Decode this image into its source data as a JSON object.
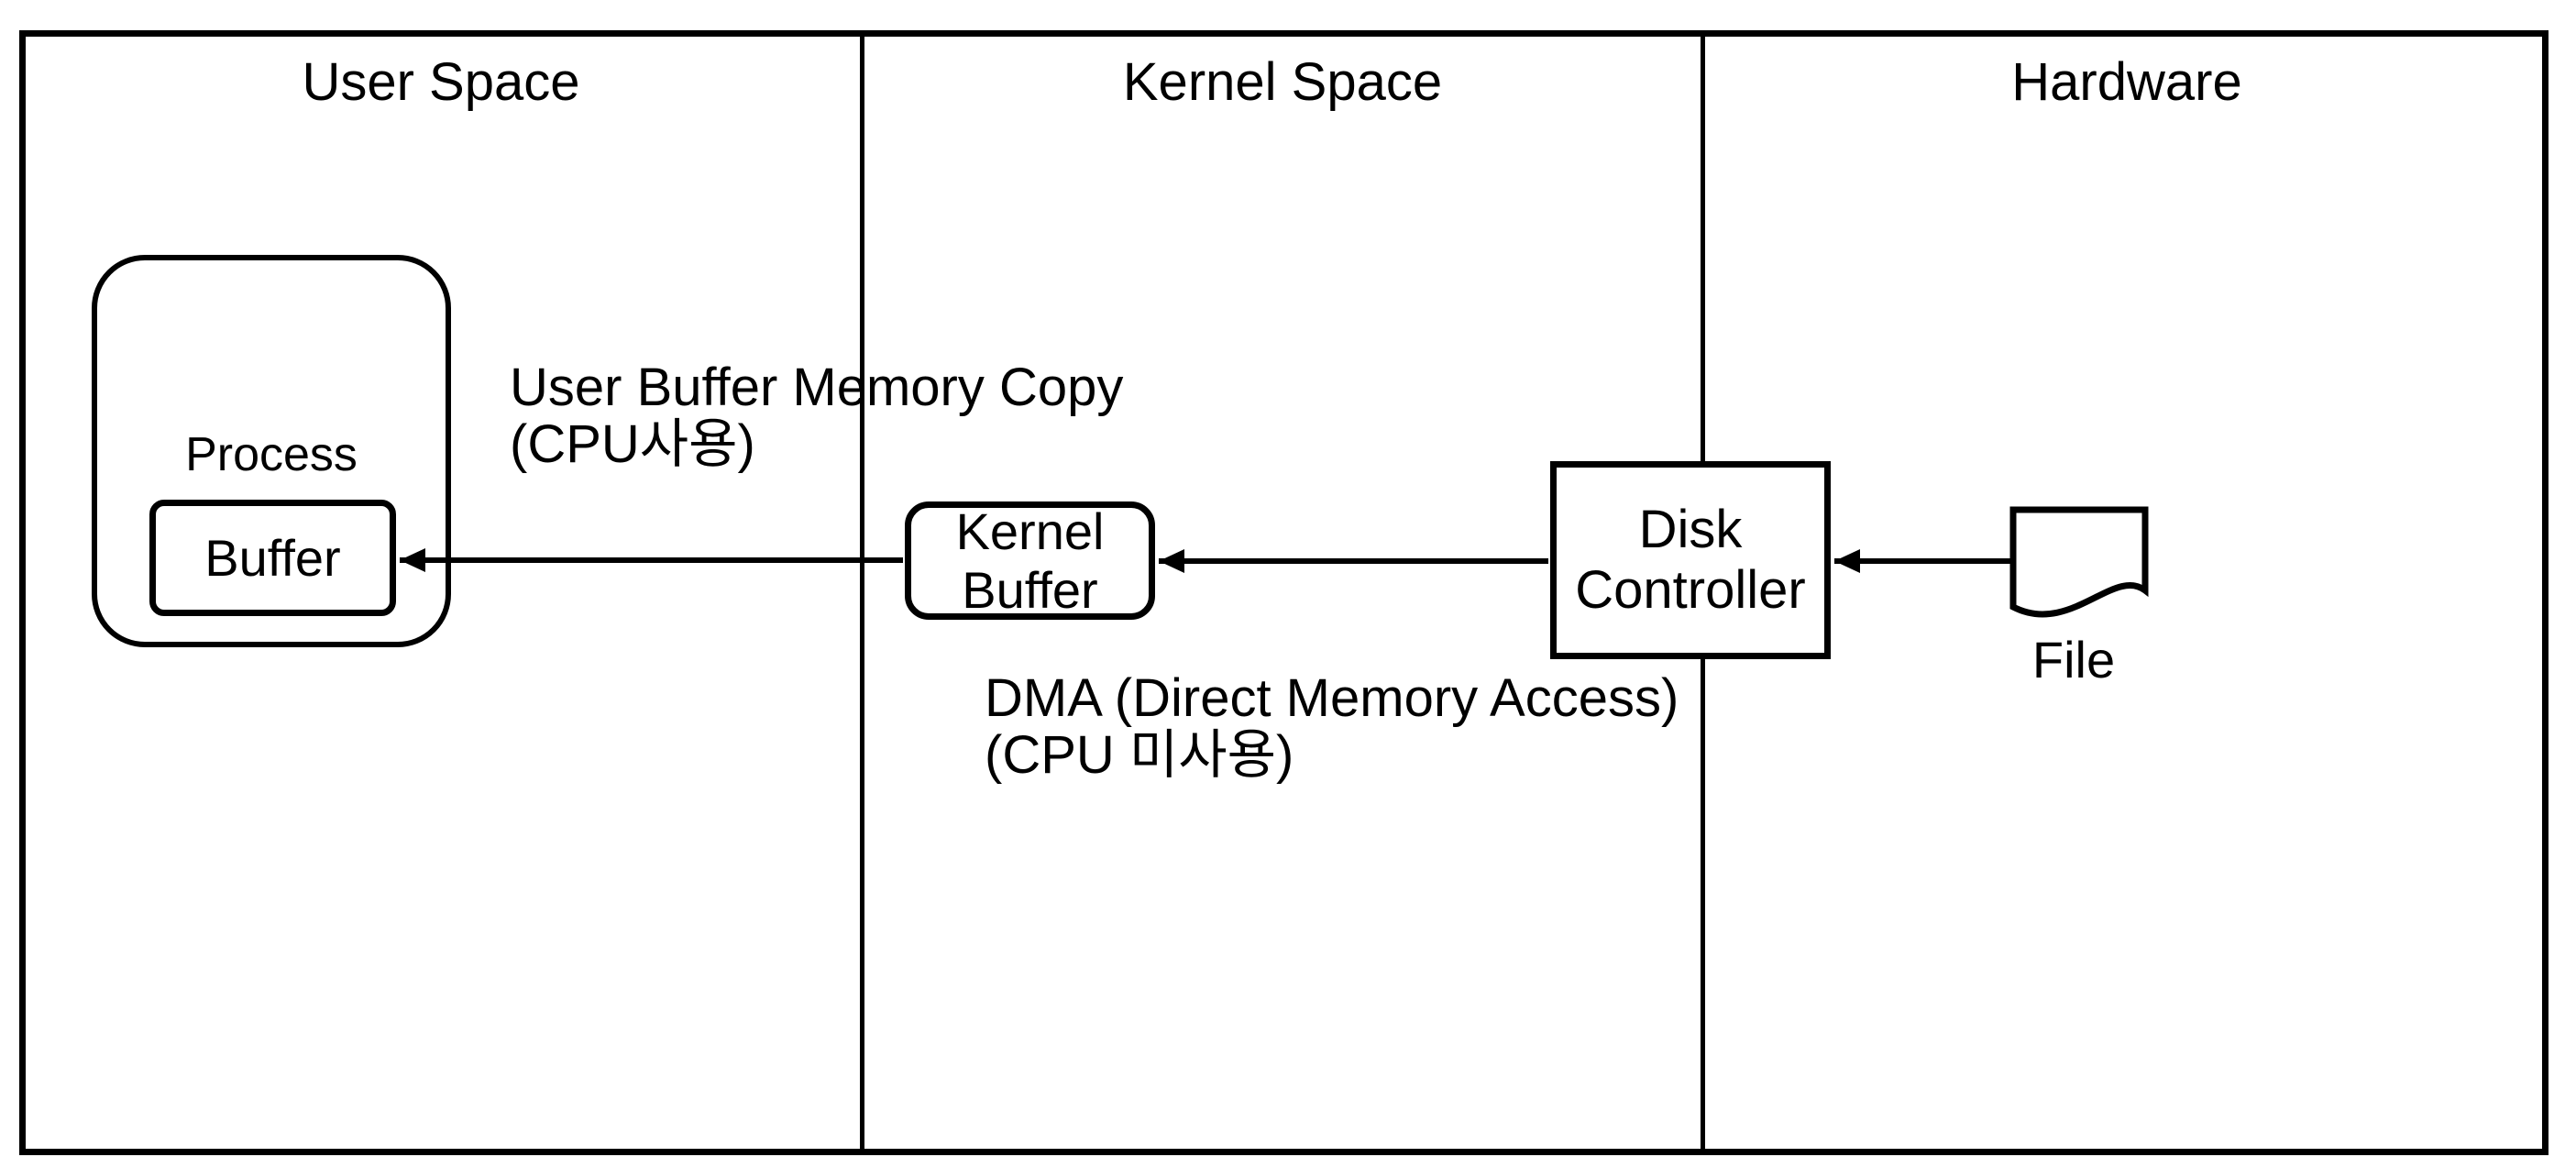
{
  "canvas": {
    "background": "#ffffff",
    "line_color": "#000000"
  },
  "columns": [
    {
      "label": "User Space"
    },
    {
      "label": "Kernel Space"
    },
    {
      "label": "Hardware"
    }
  ],
  "nodes": {
    "process": {
      "label": "Process"
    },
    "user_buffer": {
      "label": "Buffer"
    },
    "kernel_buffer": {
      "line1": "Kernel",
      "line2": "Buffer"
    },
    "disk_controller": {
      "line1": "Disk",
      "line2": "Controller"
    },
    "file": {
      "label": "File"
    }
  },
  "annotations": {
    "memory_copy": {
      "line1": "User Buffer Memory Copy",
      "line2": "(CPU사용)"
    },
    "dma": {
      "line1": "DMA (Direct Memory Access)",
      "line2": "(CPU 미사용)"
    }
  },
  "arrows": [
    {
      "name": "kernel-buffer-to-user-buffer",
      "direction": "left"
    },
    {
      "name": "disk-controller-to-kernel-buffer",
      "direction": "left"
    },
    {
      "name": "file-to-disk-controller",
      "direction": "left"
    }
  ]
}
